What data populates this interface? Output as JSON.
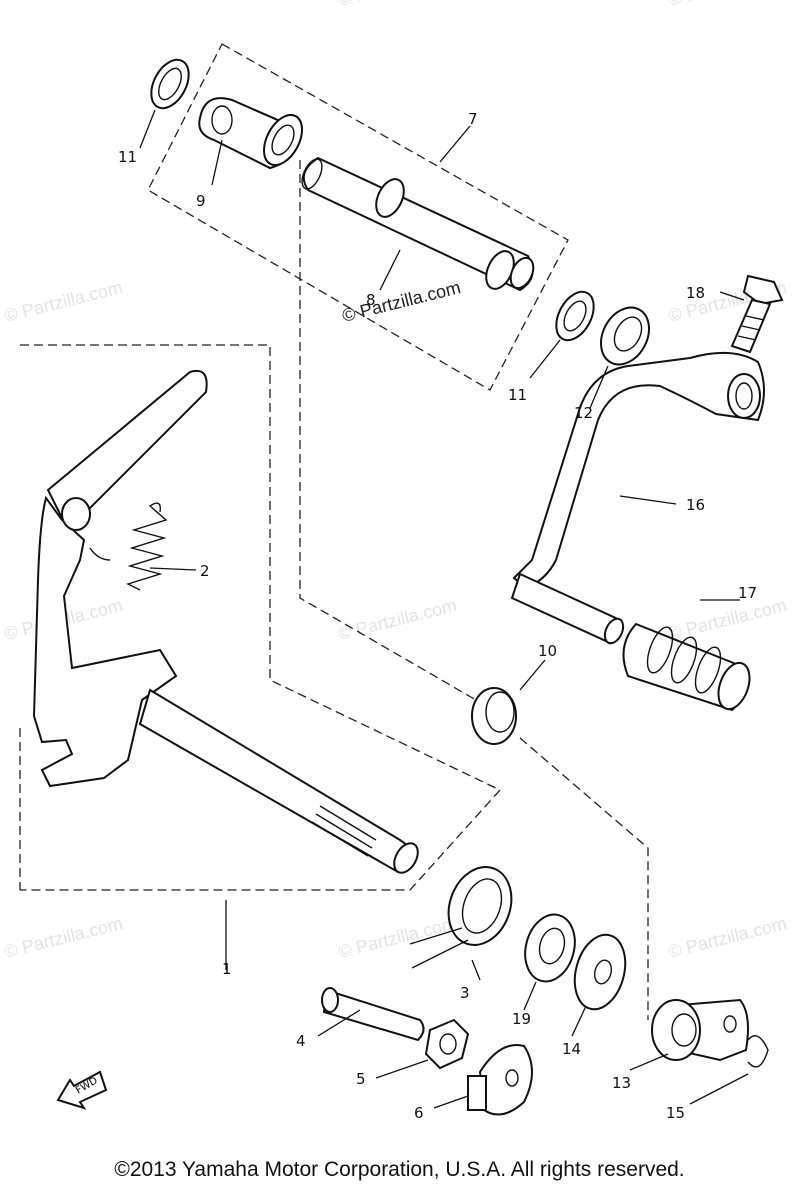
{
  "watermarks": [
    "© Partzilla.com",
    "© Partzilla.com",
    "© Partzilla.com",
    "© Partzilla.com",
    "© Partzilla.com",
    "© Partzilla.com",
    "© Partzilla.com",
    "© Partzilla.com",
    "© Partzilla.com",
    "© Partzilla.com"
  ],
  "center_watermark": "© Partzilla.com",
  "callouts": {
    "c1": "1",
    "c2": "2",
    "c3": "3",
    "c4": "4",
    "c5": "5",
    "c6": "6",
    "c7": "7",
    "c8": "8",
    "c9": "9",
    "c10": "10",
    "c11a": "11",
    "c11b": "11",
    "c12": "12",
    "c13": "13",
    "c14": "14",
    "c15": "15",
    "c16": "16",
    "c17": "17",
    "c18": "18",
    "c19": "19"
  },
  "fwd_label": "FWD",
  "copyright": "©2013  Yamaha Motor Corporation, U.S.A. All rights reserved."
}
